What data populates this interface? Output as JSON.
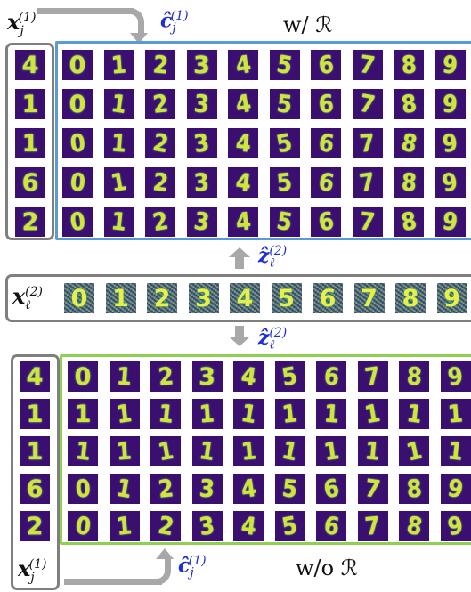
{
  "labels": {
    "x_j1": "x",
    "x_j1_sub": "j",
    "x_j1_sup": "(1)",
    "c_hat_j1": "ĉ",
    "c_hat_j1_sub": "j",
    "c_hat_j1_sup": "(1)",
    "x_l2": "x",
    "x_l2_sub": "ℓ",
    "x_l2_sup": "(2)",
    "z_hat_l2": "ẑ",
    "z_hat_l2_sub": "ℓ",
    "z_hat_l2_sup": "(2)",
    "with_R": "w/ ℛ",
    "without_R": "w/o ℛ"
  },
  "input_digits": [
    "4",
    "1",
    "1",
    "6",
    "2"
  ],
  "content_digits": [
    "0",
    "1",
    "2",
    "3",
    "4",
    "5",
    "6",
    "7",
    "8",
    "9"
  ],
  "colors": {
    "with_R_border": "#5b9bd5",
    "without_R_border": "#8fd14f",
    "arrow": "#a8a8a8",
    "math_blue": "#1f2fd6",
    "cell_bg": "#3b0f6f",
    "digit": "#d4e33a"
  }
}
